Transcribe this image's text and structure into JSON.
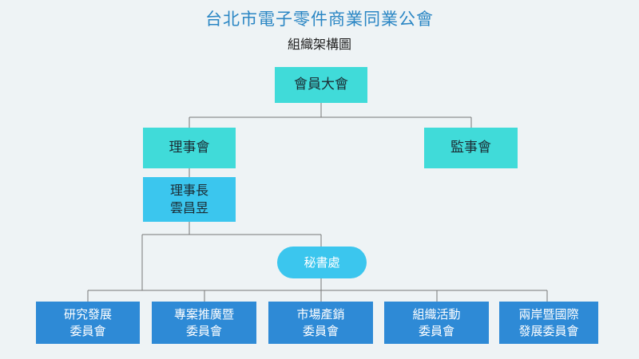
{
  "header": {
    "title": "台北市電子零件商業同業公會",
    "subtitle": "組織架構圖"
  },
  "nodes": {
    "general_assembly": "會員大會",
    "board_of_directors": "理事會",
    "board_of_supervisors": "監事會",
    "chairman": {
      "line1": "理事長",
      "line2": "雲昌昱"
    },
    "secretariat": "秘書處"
  },
  "committees": [
    {
      "line1": "研究發展",
      "line2": "委員會"
    },
    {
      "line1": "專案推廣暨",
      "line2": "委員會"
    },
    {
      "line1": "市場產銷",
      "line2": "委員會"
    },
    {
      "line1": "組織活動",
      "line2": "委員會"
    },
    {
      "line1": "兩岸暨國際",
      "line2": "發展委員會"
    }
  ],
  "colors": {
    "title": "#2a86c4",
    "teal_box": "#40dbd9",
    "cyan_box": "#3bc6ee",
    "committee_box": "#2e8ad6",
    "connector": "#777777",
    "background": "#eef3f5"
  }
}
